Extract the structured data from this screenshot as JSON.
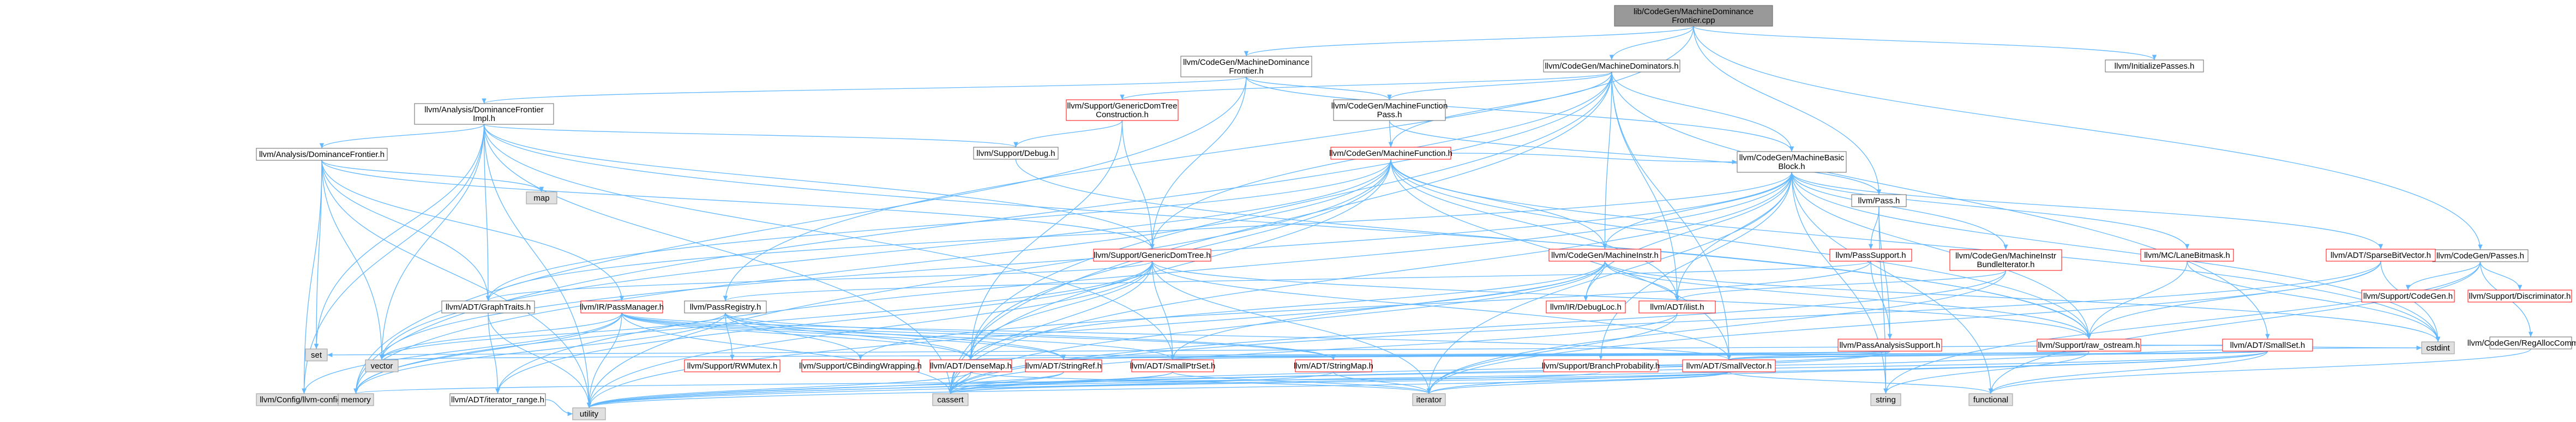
{
  "colors": {
    "root_fill": "#999999",
    "root_stroke": "#666666",
    "node_fill": "#ffffff",
    "node_stroke": "#666666",
    "partial_stroke": "#ff0000",
    "external_fill": "#e0e0e0",
    "external_stroke": "#999999",
    "edge": "#63b8ff"
  },
  "nodes": [
    {
      "id": "root",
      "lines": [
        "lib/CodeGen/MachineDominance",
        "Frontier.cpp"
      ],
      "kind": "root"
    },
    {
      "id": "mdfh",
      "lines": [
        "llvm/CodeGen/MachineDominance",
        "Frontier.h"
      ],
      "kind": "node"
    },
    {
      "id": "mdomh",
      "lines": [
        "llvm/CodeGen/MachineDominators.h"
      ],
      "kind": "node"
    },
    {
      "id": "initp",
      "lines": [
        "llvm/InitializePasses.h"
      ],
      "kind": "node"
    },
    {
      "id": "adfi",
      "lines": [
        "llvm/Analysis/DominanceFrontier",
        "Impl.h"
      ],
      "kind": "node"
    },
    {
      "id": "gdtc",
      "lines": [
        "llvm/Support/GenericDomTree",
        "Construction.h"
      ],
      "kind": "partial"
    },
    {
      "id": "mfp",
      "lines": [
        "llvm/CodeGen/MachineFunction",
        "Pass.h"
      ],
      "kind": "node"
    },
    {
      "id": "mfunc",
      "lines": [
        "llvm/CodeGen/MachineFunction.h"
      ],
      "kind": "partial"
    },
    {
      "id": "adf",
      "lines": [
        "llvm/Analysis/DominanceFrontier.h"
      ],
      "kind": "node"
    },
    {
      "id": "dbg",
      "lines": [
        "llvm/Support/Debug.h"
      ],
      "kind": "node"
    },
    {
      "id": "mbb",
      "lines": [
        "llvm/CodeGen/MachineBasic",
        "Block.h"
      ],
      "kind": "node"
    },
    {
      "id": "pass",
      "lines": [
        "llvm/Pass.h"
      ],
      "kind": "node"
    },
    {
      "id": "cgp",
      "lines": [
        "llvm/CodeGen/Passes.h"
      ],
      "kind": "node"
    },
    {
      "id": "map",
      "lines": [
        "map"
      ],
      "kind": "external"
    },
    {
      "id": "gdt",
      "lines": [
        "llvm/Support/GenericDomTree.h"
      ],
      "kind": "partial"
    },
    {
      "id": "mi",
      "lines": [
        "llvm/CodeGen/MachineInstr.h"
      ],
      "kind": "partial"
    },
    {
      "id": "passs",
      "lines": [
        "llvm/PassSupport.h"
      ],
      "kind": "partial"
    },
    {
      "id": "mibi",
      "lines": [
        "llvm/CodeGen/MachineInstr",
        "BundleIterator.h"
      ],
      "kind": "partial"
    },
    {
      "id": "mclb",
      "lines": [
        "llvm/MC/LaneBitmask.h"
      ],
      "kind": "partial"
    },
    {
      "id": "sbv",
      "lines": [
        "llvm/ADT/SparseBitVector.h"
      ],
      "kind": "partial"
    },
    {
      "id": "scg",
      "lines": [
        "llvm/Support/CodeGen.h"
      ],
      "kind": "partial"
    },
    {
      "id": "sdisc",
      "lines": [
        "llvm/Support/Discriminator.h"
      ],
      "kind": "partial"
    },
    {
      "id": "rac",
      "lines": [
        "llvm/CodeGen/RegAllocCommon.h"
      ],
      "kind": "node"
    },
    {
      "id": "gt",
      "lines": [
        "llvm/ADT/GraphTraits.h"
      ],
      "kind": "node"
    },
    {
      "id": "ipm",
      "lines": [
        "llvm/IR/PassManager.h"
      ],
      "kind": "partial"
    },
    {
      "id": "preg",
      "lines": [
        "llvm/PassRegistry.h"
      ],
      "kind": "node"
    },
    {
      "id": "irdl",
      "lines": [
        "llvm/IR/DebugLoc.h"
      ],
      "kind": "partial"
    },
    {
      "id": "ilist",
      "lines": [
        "llvm/ADT/ilist.h"
      ],
      "kind": "partial"
    },
    {
      "id": "pas",
      "lines": [
        "llvm/PassAnalysisSupport.h"
      ],
      "kind": "partial"
    },
    {
      "id": "ros",
      "lines": [
        "llvm/Support/raw_ostream.h"
      ],
      "kind": "partial"
    },
    {
      "id": "sset",
      "lines": [
        "llvm/ADT/SmallSet.h"
      ],
      "kind": "partial"
    },
    {
      "id": "cstdint",
      "lines": [
        "cstdint"
      ],
      "kind": "external"
    },
    {
      "id": "set",
      "lines": [
        "set"
      ],
      "kind": "external"
    },
    {
      "id": "vector",
      "lines": [
        "vector"
      ],
      "kind": "external"
    },
    {
      "id": "rwm",
      "lines": [
        "llvm/Support/RWMutex.h"
      ],
      "kind": "partial"
    },
    {
      "id": "cbw",
      "lines": [
        "llvm/Support/CBindingWrapping.h"
      ],
      "kind": "partial"
    },
    {
      "id": "dmap",
      "lines": [
        "llvm/ADT/DenseMap.h"
      ],
      "kind": "partial"
    },
    {
      "id": "sref",
      "lines": [
        "llvm/ADT/StringRef.h"
      ],
      "kind": "partial"
    },
    {
      "id": "sps",
      "lines": [
        "llvm/ADT/SmallPtrSet.h"
      ],
      "kind": "partial"
    },
    {
      "id": "smap",
      "lines": [
        "llvm/ADT/StringMap.h"
      ],
      "kind": "partial"
    },
    {
      "id": "bprob",
      "lines": [
        "llvm/Support/BranchProbability.h"
      ],
      "kind": "partial"
    },
    {
      "id": "svec",
      "lines": [
        "llvm/ADT/SmallVector.h"
      ],
      "kind": "partial"
    },
    {
      "id": "cfg",
      "lines": [
        "llvm/Config/llvm-config.h"
      ],
      "kind": "external"
    },
    {
      "id": "memory",
      "lines": [
        "memory"
      ],
      "kind": "external"
    },
    {
      "id": "itr",
      "lines": [
        "llvm/ADT/iterator_range.h"
      ],
      "kind": "node"
    },
    {
      "id": "cassert",
      "lines": [
        "cassert"
      ],
      "kind": "external"
    },
    {
      "id": "iterator",
      "lines": [
        "iterator"
      ],
      "kind": "external"
    },
    {
      "id": "string",
      "lines": [
        "string"
      ],
      "kind": "external"
    },
    {
      "id": "functional",
      "lines": [
        "functional"
      ],
      "kind": "external"
    },
    {
      "id": "utility",
      "lines": [
        "utility"
      ],
      "kind": "external"
    }
  ],
  "edges": [
    [
      "root",
      "mdfh"
    ],
    [
      "root",
      "mdomh"
    ],
    [
      "root",
      "initp"
    ],
    [
      "root",
      "pass"
    ],
    [
      "root",
      "cgp"
    ],
    [
      "root",
      "preg"
    ],
    [
      "mdfh",
      "adfi"
    ],
    [
      "mdfh",
      "mfp"
    ],
    [
      "mdfh",
      "gdt"
    ],
    [
      "mdfh",
      "mbb"
    ],
    [
      "mdfh",
      "memory"
    ],
    [
      "mdomh",
      "gdtc"
    ],
    [
      "mdomh",
      "mfp"
    ],
    [
      "mdomh",
      "mfunc"
    ],
    [
      "mdomh",
      "mbb"
    ],
    [
      "mdomh",
      "mi"
    ],
    [
      "mdomh",
      "gdt"
    ],
    [
      "mdomh",
      "ilist"
    ],
    [
      "mdomh",
      "dmap"
    ],
    [
      "mdomh",
      "svec"
    ],
    [
      "mdomh",
      "sset"
    ],
    [
      "mdomh",
      "cassert"
    ],
    [
      "mdomh",
      "memory"
    ],
    [
      "adfi",
      "adf"
    ],
    [
      "adfi",
      "dbg"
    ],
    [
      "adfi",
      "gdt"
    ],
    [
      "adfi",
      "gt"
    ],
    [
      "adfi",
      "sps"
    ],
    [
      "adfi",
      "ros"
    ],
    [
      "adfi",
      "cfg"
    ],
    [
      "adfi",
      "set"
    ],
    [
      "adfi",
      "vector"
    ],
    [
      "adfi",
      "cassert"
    ],
    [
      "adfi",
      "utility"
    ],
    [
      "gdtc",
      "gdt"
    ],
    [
      "gdtc",
      "dbg"
    ],
    [
      "gdtc",
      "dmap"
    ],
    [
      "mfp",
      "mfunc"
    ],
    [
      "mfp",
      "pass"
    ],
    [
      "mfunc",
      "mbb"
    ],
    [
      "mfunc",
      "mi"
    ],
    [
      "mfunc",
      "gt"
    ],
    [
      "mfunc",
      "ilist"
    ],
    [
      "mfunc",
      "dmap"
    ],
    [
      "mfunc",
      "svec"
    ],
    [
      "mfunc",
      "ros"
    ],
    [
      "mfunc",
      "cassert"
    ],
    [
      "mfunc",
      "cstdint"
    ],
    [
      "mfunc",
      "memory"
    ],
    [
      "mfunc",
      "utility"
    ],
    [
      "mfunc",
      "vector"
    ],
    [
      "adf",
      "gdt"
    ],
    [
      "adf",
      "gt"
    ],
    [
      "adf",
      "ipm"
    ],
    [
      "adf",
      "cfg"
    ],
    [
      "adf",
      "map"
    ],
    [
      "adf",
      "set"
    ],
    [
      "adf",
      "utility"
    ],
    [
      "adf",
      "vector"
    ],
    [
      "dbg",
      "ros"
    ],
    [
      "mbb",
      "mi"
    ],
    [
      "mbb",
      "mibi"
    ],
    [
      "mbb",
      "mclb"
    ],
    [
      "mbb",
      "sbv"
    ],
    [
      "mbb",
      "gt"
    ],
    [
      "mbb",
      "ilist"
    ],
    [
      "mbb",
      "irdl"
    ],
    [
      "mbb",
      "bprob"
    ],
    [
      "mbb",
      "ros"
    ],
    [
      "mbb",
      "itr"
    ],
    [
      "mbb",
      "cassert"
    ],
    [
      "mbb",
      "cstdint"
    ],
    [
      "mbb",
      "functional"
    ],
    [
      "mbb",
      "iterator"
    ],
    [
      "mbb",
      "string"
    ],
    [
      "mbb",
      "vector"
    ],
    [
      "pass",
      "passs"
    ],
    [
      "pass",
      "pas"
    ],
    [
      "pass",
      "string"
    ],
    [
      "cgp",
      "scg"
    ],
    [
      "cgp",
      "sdisc"
    ],
    [
      "cgp",
      "rac"
    ],
    [
      "cgp",
      "functional"
    ],
    [
      "cgp",
      "string"
    ],
    [
      "rac",
      "functional"
    ],
    [
      "gdt",
      "gt"
    ],
    [
      "gdt",
      "dmap"
    ],
    [
      "gdt",
      "sps"
    ],
    [
      "gdt",
      "svec"
    ],
    [
      "gdt",
      "ros"
    ],
    [
      "gdt",
      "itr"
    ],
    [
      "gdt",
      "cassert"
    ],
    [
      "gdt",
      "iterator"
    ],
    [
      "gdt",
      "memory"
    ],
    [
      "gdt",
      "utility"
    ],
    [
      "mi",
      "dmap"
    ],
    [
      "mi",
      "ilist"
    ],
    [
      "mi",
      "irdl"
    ],
    [
      "mi",
      "sps"
    ],
    [
      "mi",
      "ros"
    ],
    [
      "mi",
      "cassert"
    ],
    [
      "mi",
      "cstdint"
    ],
    [
      "mi",
      "utility"
    ],
    [
      "passs",
      "preg"
    ],
    [
      "passs",
      "pas"
    ],
    [
      "passs",
      "cbw"
    ],
    [
      "mibi",
      "ilist"
    ],
    [
      "mibi",
      "cassert"
    ],
    [
      "mibi",
      "iterator"
    ],
    [
      "mclb",
      "ros"
    ],
    [
      "mclb",
      "cstdint"
    ],
    [
      "sbv",
      "ros"
    ],
    [
      "sbv",
      "cassert"
    ],
    [
      "sbv",
      "iterator"
    ],
    [
      "sbv",
      "cstdint"
    ],
    [
      "gt",
      "itr"
    ],
    [
      "gt",
      "utility"
    ],
    [
      "ipm",
      "dmap"
    ],
    [
      "ipm",
      "smap"
    ],
    [
      "ipm",
      "sps"
    ],
    [
      "ipm",
      "svec"
    ],
    [
      "ipm",
      "sref"
    ],
    [
      "ipm",
      "cfg"
    ],
    [
      "ipm",
      "vector"
    ],
    [
      "ipm",
      "memory"
    ],
    [
      "ipm",
      "cassert"
    ],
    [
      "ipm",
      "utility"
    ],
    [
      "preg",
      "dmap"
    ],
    [
      "preg",
      "smap"
    ],
    [
      "preg",
      "rwm"
    ],
    [
      "preg",
      "cbw"
    ],
    [
      "preg",
      "sref"
    ],
    [
      "preg",
      "memory"
    ],
    [
      "preg",
      "vector"
    ],
    [
      "ilist",
      "cassert"
    ],
    [
      "ilist",
      "iterator"
    ],
    [
      "pas",
      "dmap"
    ],
    [
      "pas",
      "svec"
    ],
    [
      "pas",
      "sref"
    ],
    [
      "pas",
      "cassert"
    ],
    [
      "pas",
      "utility"
    ],
    [
      "pas",
      "vector"
    ],
    [
      "ros",
      "svec"
    ],
    [
      "ros",
      "sref"
    ],
    [
      "ros",
      "cstdint"
    ],
    [
      "ros",
      "string"
    ],
    [
      "sset",
      "sps"
    ],
    [
      "sset",
      "svec"
    ],
    [
      "sset",
      "set"
    ],
    [
      "sset",
      "cassert"
    ],
    [
      "sset",
      "functional"
    ],
    [
      "sset",
      "iterator"
    ],
    [
      "sset",
      "utility"
    ],
    [
      "dmap",
      "cassert"
    ],
    [
      "dmap",
      "utility"
    ],
    [
      "dmap",
      "iterator"
    ],
    [
      "sref",
      "cassert"
    ],
    [
      "sref",
      "utility"
    ],
    [
      "sps",
      "cassert"
    ],
    [
      "sps",
      "utility"
    ],
    [
      "sps",
      "iterator"
    ],
    [
      "smap",
      "iterator"
    ],
    [
      "smap",
      "utility"
    ],
    [
      "bprob",
      "cassert"
    ],
    [
      "bprob",
      "cstdint"
    ],
    [
      "svec",
      "cassert"
    ],
    [
      "svec",
      "utility"
    ],
    [
      "svec",
      "iterator"
    ],
    [
      "svec",
      "functional"
    ],
    [
      "svec",
      "memory"
    ],
    [
      "itr",
      "utility"
    ]
  ]
}
